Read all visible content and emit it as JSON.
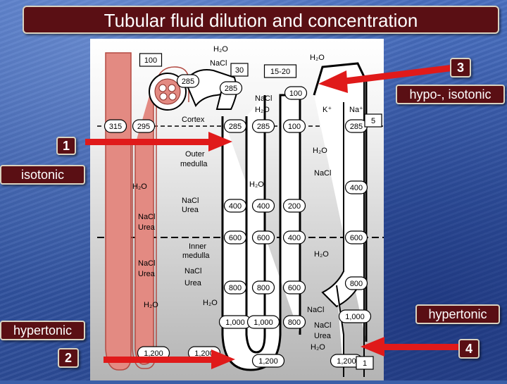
{
  "title": "Tubular fluid dilution and concentration",
  "callouts": {
    "n1": "1",
    "n2": "2",
    "n3": "3",
    "n4": "4",
    "isotonic": "isotonic",
    "hypertonic_left": "hypertonic",
    "hypo_isotonic": "hypo-, isotonic",
    "hypertonic_right": "hypertonic"
  },
  "diagram": {
    "regions": {
      "cortex": "Cortex",
      "outer": "Outer",
      "medulla": "medulla",
      "inner": "Inner",
      "inner_medulla": "medulla"
    },
    "values": {
      "v100a": "100",
      "v285a": "285",
      "v285b": "285",
      "v30": "30",
      "v1520": "15-20",
      "v100b": "100",
      "v315": "315",
      "v295": "295",
      "v285c": "285",
      "v285d": "285",
      "v100c": "100",
      "v285e": "285",
      "v5": "5",
      "v400a": "400",
      "v400b": "400",
      "v200": "200",
      "v400c": "400",
      "v600a": "600",
      "v600b": "600",
      "v400d": "400",
      "v600c": "600",
      "v800a": "800",
      "v800b": "800",
      "v600d": "600",
      "v800c": "800",
      "v1000a": "1,000",
      "v1000b": "1,000",
      "v800d": "800",
      "v1000c": "1,000",
      "v1200a": "1,200",
      "v1200b": "1,200",
      "v1200c": "1,200",
      "v1200d": "1,200",
      "v1": "1"
    },
    "solutes": {
      "h2o_top": "H₂O",
      "nacl_top": "NaCl",
      "h2o_top2": "H₂O",
      "nacl_mid": "NaCl",
      "h2o_mid": "H₂O",
      "kplus": "K⁺",
      "naplus": "Na⁺",
      "h2o_r1": "H₂O",
      "nacl_r1": "NaCl",
      "h2o_l1": "H₂O",
      "h2o_c1": "H₂O",
      "nacl_l1": "NaCl",
      "urea_l1": "Urea",
      "nacl_l2": "NaCl",
      "urea_l2": "Urea",
      "nacl_r2": "NaCl",
      "h2o_r2": "H₂O",
      "nacl_l3": "NaCl",
      "urea_l3": "Urea",
      "nacl_c3": "NaCl",
      "urea_c3": "Urea",
      "h2o_l4": "H₂O",
      "h2o_c4": "H₂O",
      "nacl_r4": "NaCl",
      "nacl_r5": "NaCl",
      "urea_r5": "Urea",
      "h2o_r5": "H₂O"
    }
  },
  "colors": {
    "label_bg": "#5a0f14",
    "arrow": "#e01a1a",
    "vessel": "#e38a82"
  }
}
